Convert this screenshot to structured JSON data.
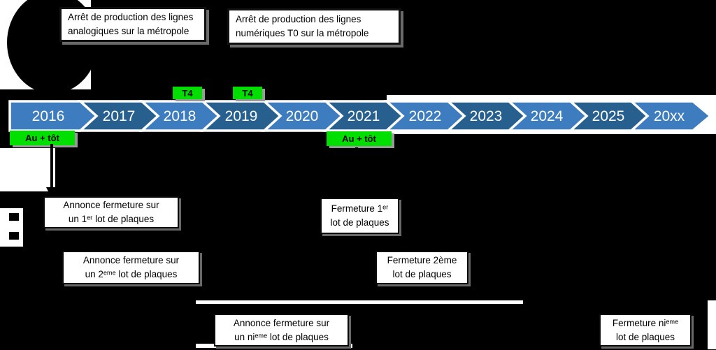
{
  "top_callouts": [
    {
      "text": "Arrêt de production des lignes\nanalogiques sur la métropole"
    },
    {
      "text": "Arrêt de production des lignes\nnumériques T0 sur la métropole"
    }
  ],
  "timeline": {
    "years": [
      "2016",
      "2017",
      "2018",
      "2019",
      "2020",
      "2021",
      "2022",
      "2023",
      "2024",
      "2025",
      "20xx"
    ],
    "colors": {
      "chevron_light": "#3d7cbf",
      "chevron_dark": "#27608f",
      "outline": "#ffffff",
      "year_text": "#ffffff"
    }
  },
  "badges": [
    {
      "label": "T4"
    },
    {
      "label": "T4"
    },
    {
      "label": "Au + tôt"
    },
    {
      "label": "Au + tôt"
    }
  ],
  "badge_color": "#00df00",
  "bottom_callouts": [
    {
      "text": "Annonce fermeture sur\nun 1ᵉʳ  lot de plaques"
    },
    {
      "text": "Fermeture 1ᵉʳ\nlot de plaques"
    },
    {
      "text": "Annonce fermeture sur\nun 2ᵉᵐᵉ lot de plaques"
    },
    {
      "text": "Fermeture 2ème\nlot de plaques"
    },
    {
      "text": "Annonce fermeture sur\nun niᵉᵐᵉ lot de plaques"
    },
    {
      "text": "Fermeture niᵉᵐᵉ\nlot de plaques"
    }
  ],
  "background_color": "#000000",
  "box_style": {
    "fill": "#ffffff",
    "border": "#000000",
    "shadow": "#6a6a6a"
  }
}
